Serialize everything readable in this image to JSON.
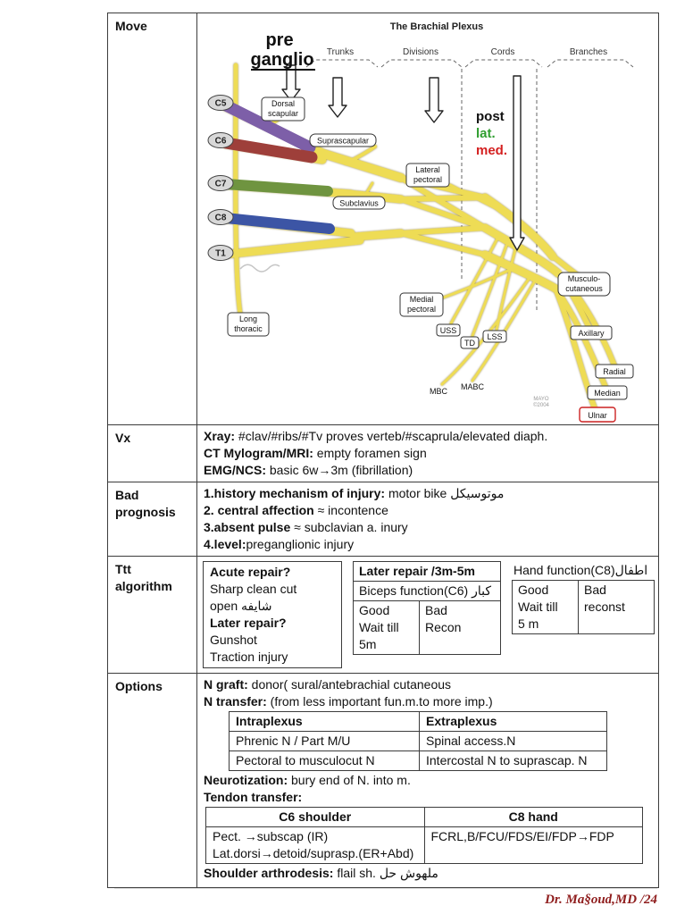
{
  "table": {
    "move": {
      "label": "Move"
    },
    "vx": {
      "label": "Vx",
      "l1b": "Xray:",
      "l1t": " #clav/#ribs/#Tv proves verteb/#scaprula/elevated diaph.",
      "l2b": "CT Mylogram/MRI:",
      "l2t": " empty foramen sign",
      "l3b": "EMG/NCS:",
      "l3t": " basic 6w→3m (fibrillation)"
    },
    "bad": {
      "label": "Bad prognosis",
      "l1b": "1.history mechanism of injury:",
      "l1t": " motor bike موتوسيكل",
      "l2b": "2. central affection",
      "l2t": " ≈  incontence",
      "l3b": "3.absent pulse",
      "l3t": " ≈ subclavian a. inury",
      "l4b": "4.level:",
      "l4t": "preganglionic injury"
    },
    "ttt": {
      "label": "Ttt algorithm",
      "acute_title": "Acute repair?",
      "acute_l1": "Sharp clean cut",
      "acute_l2": "open شايفه",
      "later_title": "Later repair?",
      "later_l1": "Gunshot",
      "later_l2": "Traction injury",
      "mid_title": "Later repair /3m-5m",
      "mid_sub": "Biceps function(C6) كبار",
      "mid_good1": "Good",
      "mid_good2": "Wait till",
      "mid_good3": "5m",
      "mid_bad1": "Bad",
      "mid_bad2": "Recon",
      "hand_sub": "Hand function(C8)اطفال",
      "hand_good1": "Good",
      "hand_good2": "Wait till",
      "hand_good3": "5 m",
      "hand_bad1": "Bad",
      "hand_bad2": "reconst"
    },
    "options": {
      "label": "Options",
      "l1b": "N graft:",
      "l1t": " donor( sural/antebrachial cutaneous",
      "l2b": "N transfer:",
      "l2t": " (from less important fun.m.to more imp.)",
      "t1h1": "Intraplexus",
      "t1h2": "Extraplexus",
      "t1r1c1": "Phrenic N   /  Part M/U",
      "t1r1c2": "Spinal access.N",
      "t1r2c1": "Pectoral  to musculocut N",
      "t1r2c2": "Intercostal N to suprascap. N",
      "l3b": "Neurotization:",
      "l3t": " bury end of N. into m.",
      "l4b": "Tendon transfer:",
      "t2h1": "C6 shoulder",
      "t2h2": "C8 hand",
      "t2c1a": "Pect. →subscap (IR)",
      "t2c1b": "Lat.dorsi→detoid/suprasp.(ER+Abd)",
      "t2c2": "FCRL,B/FCU/FDS/EI/FDP→FDP",
      "l5b": "Shoulder arthrodesis:",
      "l5t": " flail sh. ملهوش حل"
    }
  },
  "diagram": {
    "title": "The Brachial Plexus",
    "pre1": "pre",
    "pre2": "ganglio",
    "headers": {
      "trunks": "Trunks",
      "divisions": "Divisions",
      "cords": "Cords",
      "branches": "Branches"
    },
    "roots": {
      "c5": "C5",
      "c6": "C6",
      "c7": "C7",
      "c8": "C8",
      "t1": "T1"
    },
    "post": "post",
    "lat": "lat.",
    "med": "med.",
    "labels": {
      "dorsal1": "Dorsal",
      "dorsal2": "scapular",
      "suprascapular": "Suprascapular",
      "latpect1": "Lateral",
      "latpect2": "pectoral",
      "subclavius": "Subclavius",
      "medpect1": "Medial",
      "medpect2": "pectoral",
      "longthor1": "Long",
      "longthor2": "thoracic",
      "musculo1": "Musculo-",
      "musculo2": "cutaneous",
      "axillary": "Axillary",
      "radial": "Radial",
      "median": "Median",
      "ulnar": "Ulnar",
      "uss": "USS",
      "td": "TD",
      "lss": "LSS",
      "mbc": "MBC",
      "mabc": "MABC",
      "wm1": "MAYO",
      "wm2": "©2004"
    },
    "colors": {
      "c5": "#7d5fa8",
      "c6": "#9e3f3a",
      "c7": "#6f9440",
      "c8": "#3c55a5",
      "nerve": "#eedc55",
      "lat_text": "#2f9e2f",
      "med_text": "#d42020",
      "ulnar_border": "#cc2222"
    }
  },
  "footer": {
    "credit": "Dr. Ma§oud,MD /24"
  }
}
